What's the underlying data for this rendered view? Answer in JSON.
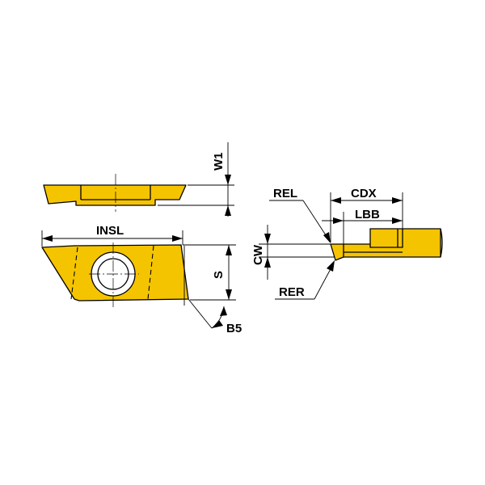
{
  "labels": {
    "w1": "W1",
    "insl": "INSL",
    "s": "S",
    "b5": "B5",
    "rel": "REL",
    "cdx": "CDX",
    "lbb": "LBB",
    "cw": "CW",
    "rer": "RER"
  },
  "colors": {
    "insert_fill": "#f5c400",
    "line": "#000000",
    "background": "#ffffff"
  }
}
